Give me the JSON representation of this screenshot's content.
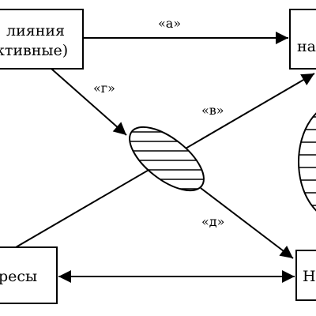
{
  "boxes": {
    "top_left": {
      "line1": "лияния",
      "line2": "ктивные)"
    },
    "top_right": {
      "text": "на"
    },
    "bottom_left": {
      "text": "ресы"
    },
    "bottom_right": {
      "text": "Н"
    }
  },
  "arrow_labels": {
    "a": "«а»",
    "v": "«в»",
    "g": "«г»",
    "d": "«д»"
  }
}
